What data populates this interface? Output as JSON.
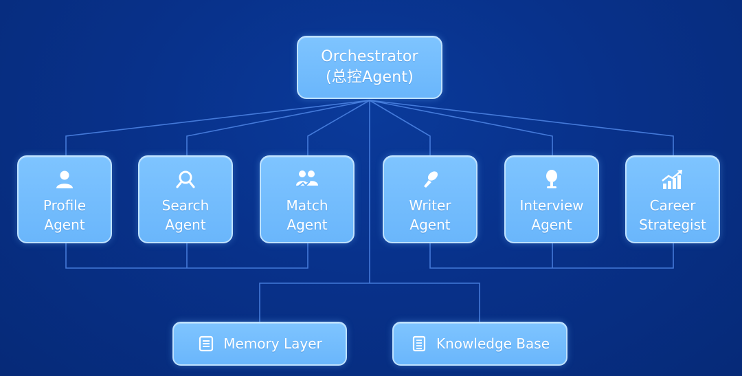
{
  "orchestrator": {
    "line1": "Orchestrator",
    "line2": "(总控Agent)"
  },
  "agents": [
    {
      "line1": "Profile",
      "line2": "Agent",
      "icon": "user-icon"
    },
    {
      "line1": "Search",
      "line2": "Agent",
      "icon": "search-icon"
    },
    {
      "line1": "Match",
      "line2": "Agent",
      "icon": "people-icon"
    },
    {
      "line1": "Writer",
      "line2": "Agent",
      "icon": "pen-icon"
    },
    {
      "line1": "Interview",
      "line2": "Agent",
      "icon": "microphone-icon"
    },
    {
      "line1": "Career",
      "line2": "Strategist",
      "icon": "growth-chart-icon"
    }
  ],
  "bottom": [
    {
      "label": "Memory Layer",
      "icon": "document-icon"
    },
    {
      "label": "Knowledge Base",
      "icon": "notebook-icon"
    }
  ],
  "colors": {
    "background": "#08318a",
    "node_fill": "#6ab6fb",
    "node_border": "#bfe2ff",
    "connector": "#4f86e6"
  }
}
